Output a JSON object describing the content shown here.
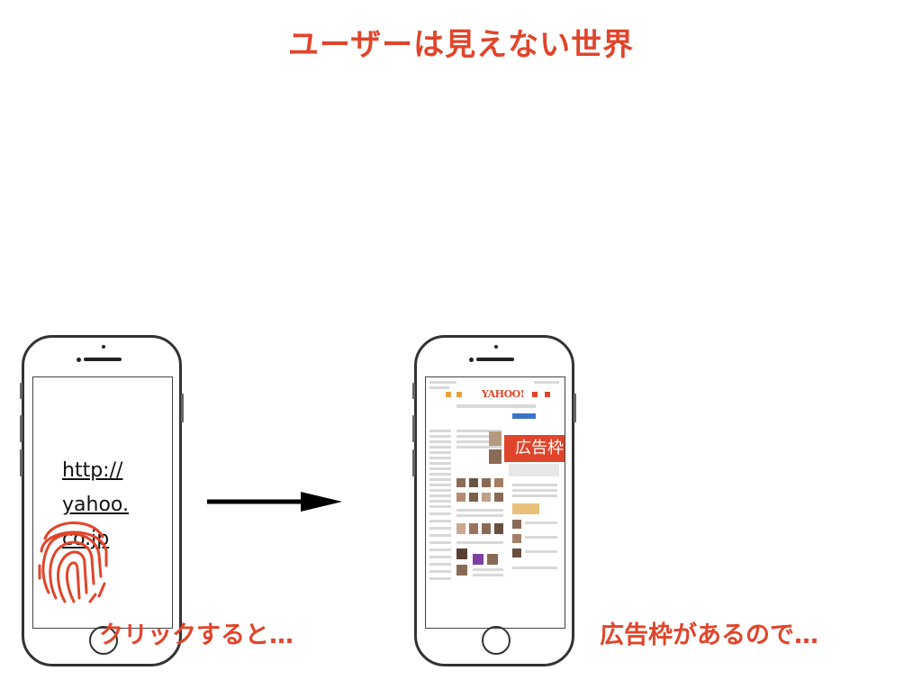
{
  "title": "ユーザーは見えない世界",
  "left_phone": {
    "url_lines": [
      "http://",
      "yahoo.",
      "co.jp"
    ],
    "caption": "クリックすると…"
  },
  "right_phone": {
    "logo": "YAHOO!",
    "ad_label": "広告枠",
    "caption": "広告枠があるので…"
  },
  "colors": {
    "accent": "#e0452b",
    "outline": "#333333"
  },
  "icons": [
    "fingerprint-icon",
    "right-arrow-icon"
  ]
}
